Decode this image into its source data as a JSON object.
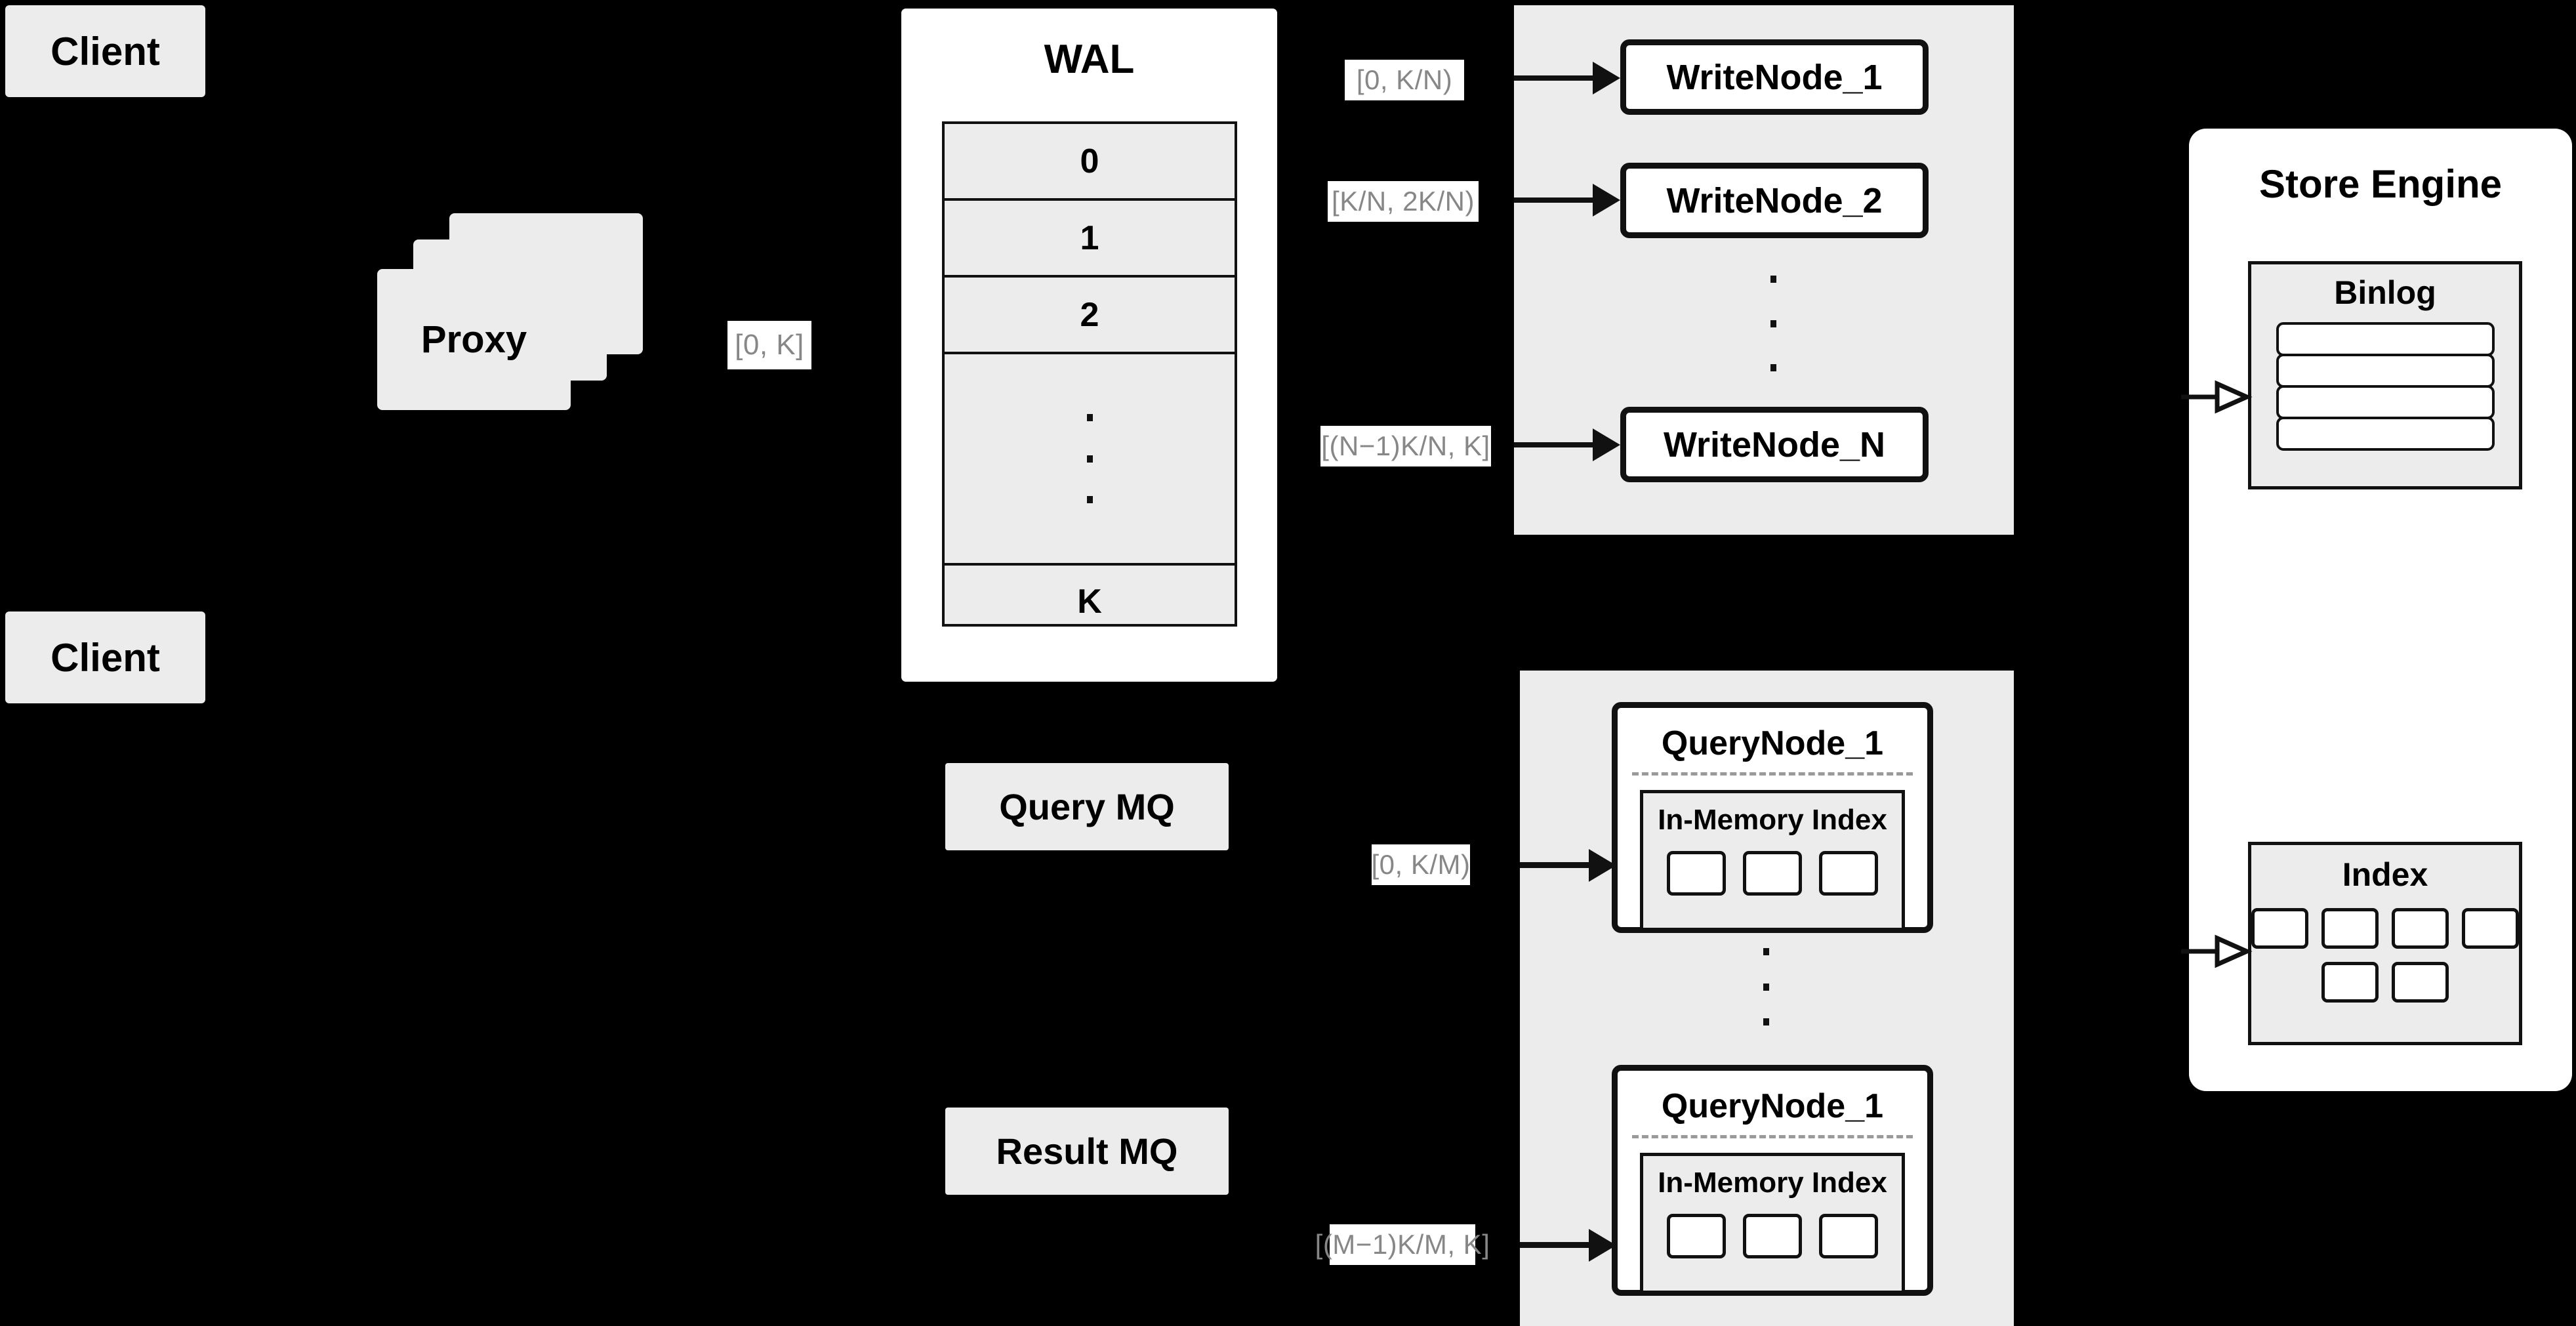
{
  "diagram": {
    "title": "Distributed Write/Query Architecture",
    "background_color": "#000000",
    "card_color": "#ECECEC",
    "node_fill": "#FFFFFF",
    "stroke_color": "#111111",
    "label_text_color": "#878787"
  },
  "clients": [
    {
      "label": "Client"
    },
    {
      "label": "Client"
    }
  ],
  "proxy": {
    "label": "Proxy",
    "stack_count": 3
  },
  "wal": {
    "title": "WAL",
    "rows": [
      "0",
      "1",
      "2",
      "",
      "K"
    ],
    "ellipsis_row_index": 3,
    "ellipsis_dots": 3
  },
  "edge_labels": {
    "proxy_to_wal": "[0, K]",
    "write_node_1": "[0,  K/N)",
    "write_node_2": "[K/N, 2K/N)",
    "write_node_n": "[(N−1)K/N,  K]",
    "query_node_1": "[0, K/M)",
    "query_node_m": "[(M−1)K/M, K]"
  },
  "write_cluster": {
    "nodes": [
      {
        "label": "WriteNode_1"
      },
      {
        "label": "WriteNode_2"
      },
      {
        "label": "WriteNode_N"
      }
    ],
    "ellipsis_dots": 3
  },
  "message_queues": [
    {
      "label": "Query MQ"
    },
    {
      "label": "Result MQ"
    }
  ],
  "query_cluster": {
    "nodes": [
      {
        "label": "QueryNode_1",
        "inner": {
          "title": "In-Memory Index",
          "slot_count": 3
        }
      },
      {
        "label": "QueryNode_1",
        "inner": {
          "title": "In-Memory Index",
          "slot_count": 3
        }
      }
    ],
    "ellipsis_dots": 3
  },
  "store_engine": {
    "title": "Store Engine",
    "binlog": {
      "title": "Binlog",
      "row_count": 4
    },
    "index": {
      "title": "Index",
      "slot_count": 6,
      "columns": 3
    }
  }
}
